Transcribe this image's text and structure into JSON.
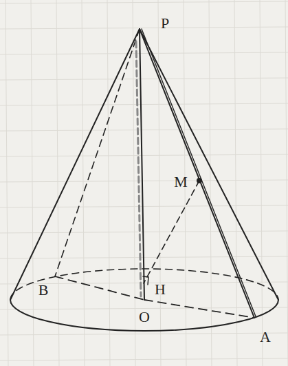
{
  "diagram": {
    "labels": [
      "P",
      "M",
      "B",
      "H",
      "O",
      "A"
    ]
  }
}
